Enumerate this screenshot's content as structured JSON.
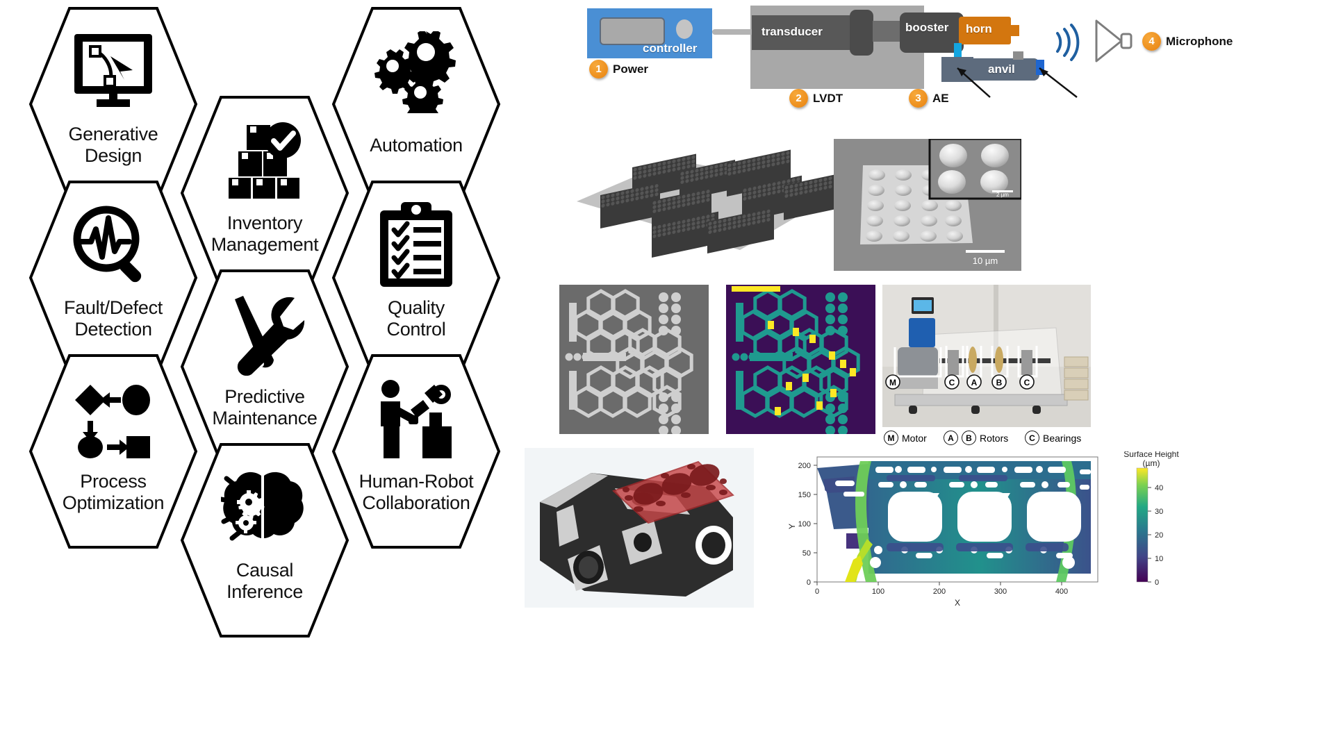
{
  "hex_grid": {
    "cells": [
      {
        "label": "Generative\nDesign",
        "icon": "monitor-curve-icon",
        "col": 0,
        "row": 0
      },
      {
        "label": "Inventory\nManagement",
        "icon": "boxes-check-icon",
        "col": 1,
        "row": 0
      },
      {
        "label": "Automation",
        "icon": "gears-icon",
        "col": 2,
        "row": 0
      },
      {
        "label": "Fault/Defect\nDetection",
        "icon": "magnifier-waveform-icon",
        "col": 0,
        "row": 1
      },
      {
        "label": "Predictive\nMaintenance",
        "icon": "wrench-screwdriver-icon",
        "col": 1,
        "row": 1
      },
      {
        "label": "Quality\nControl",
        "icon": "clipboard-checklist-icon",
        "col": 2,
        "row": 1
      },
      {
        "label": "Process\nOptimization",
        "icon": "flowchart-shapes-icon",
        "col": 0,
        "row": 2
      },
      {
        "label": "Causal\nInference",
        "icon": "brain-gears-icon",
        "col": 1,
        "row": 2
      },
      {
        "label": "Human-Robot\nCollaboration",
        "icon": "human-robot-icon",
        "col": 2,
        "row": 2
      }
    ]
  },
  "welder_diagram": {
    "parts": {
      "controller": "controller",
      "transducer": "transducer",
      "booster": "booster",
      "horn": "horn",
      "anvil": "anvil"
    },
    "callouts": [
      {
        "num": "1",
        "label": "Power"
      },
      {
        "num": "2",
        "label": "LVDT"
      },
      {
        "num": "3",
        "label": "AE"
      },
      {
        "num": "4",
        "label": "Microphone"
      }
    ],
    "colors": {
      "controller": "#4a8fd4",
      "horn": "#d3760f",
      "anvil": "#5d6b7d",
      "sensor": "#13a5e0",
      "callout": "#e8820e",
      "sound_wave": "#1f5fa0"
    }
  },
  "tiles": {
    "pillar_render": {
      "name": "pillar-array-render"
    },
    "sem": {
      "name": "sem-dome-array",
      "scalebar_main": "10 µm",
      "scalebar_inset": "2 µm"
    },
    "xray": {
      "name": "hexagon-lattice-grayscale"
    },
    "segmentation": {
      "name": "hexagon-lattice-segmentation"
    },
    "rig": {
      "name": "rotor-test-rig-photo"
    },
    "engine": {
      "name": "engine-block-photo"
    }
  },
  "rig_legend": [
    {
      "mark": "M",
      "label": "Motor"
    },
    {
      "mark": "A",
      "label": ""
    },
    {
      "mark": "B",
      "label": "Rotors"
    },
    {
      "mark": "C",
      "label": "Bearings"
    }
  ],
  "chart_data": {
    "type": "heatmap",
    "title": "",
    "xlabel": "X",
    "ylabel": "Y",
    "xlim": [
      0,
      460
    ],
    "ylim": [
      0,
      215
    ],
    "xticks": [
      0,
      100,
      200,
      300,
      400
    ],
    "yticks": [
      0,
      50,
      100,
      150,
      200
    ],
    "grid": false,
    "colorbar": {
      "title": "Surface Height",
      "unit": "(µm)",
      "ticks": [
        0,
        10,
        20,
        30,
        40
      ],
      "vmin": 0,
      "vmax": 48,
      "colormap": "viridis",
      "stops": [
        "#440154",
        "#414487",
        "#2a788e",
        "#22a884",
        "#7ad151",
        "#fde725"
      ]
    },
    "description": "Surface height map of an engine block deck face with three cylinder bores"
  }
}
